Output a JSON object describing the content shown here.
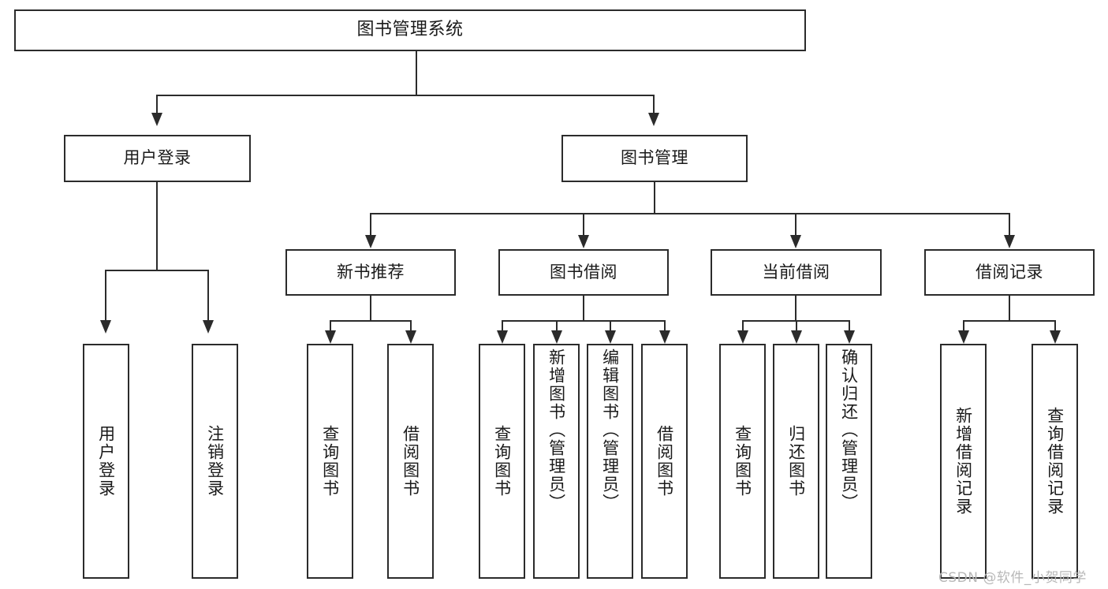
{
  "diagram": {
    "title": "图书管理系统",
    "watermark": "CSDN @软件_小贺同学",
    "line_color": "#2b2b2b",
    "box_fill": "#ffffff",
    "text_color": "#1a1a1a",
    "watermark_color": "#b8b8b8"
  },
  "nodes": {
    "root": {
      "label": "图书管理系统"
    },
    "level2": [
      {
        "label": "用户登录"
      },
      {
        "label": "图书管理"
      }
    ],
    "level3": [
      {
        "label": "新书推荐"
      },
      {
        "label": "图书借阅"
      },
      {
        "label": "当前借阅"
      },
      {
        "label": "借阅记录"
      }
    ],
    "leaves_user_login": [
      {
        "label": "用户登录"
      },
      {
        "label": "注销登录"
      }
    ],
    "leaves_new_book": [
      {
        "label": "查询图书"
      },
      {
        "label": "借阅图书"
      }
    ],
    "leaves_borrow": [
      {
        "label": "查询图书"
      },
      {
        "label": "新增图书（管理员）"
      },
      {
        "label": "编辑图书（管理员）"
      },
      {
        "label": "借阅图书"
      }
    ],
    "leaves_current": [
      {
        "label": "查询图书"
      },
      {
        "label": "归还图书"
      },
      {
        "label": "确认归还（管理员）"
      }
    ],
    "leaves_record": [
      {
        "label": "新增借阅记录"
      },
      {
        "label": "查询借阅记录"
      }
    ]
  }
}
